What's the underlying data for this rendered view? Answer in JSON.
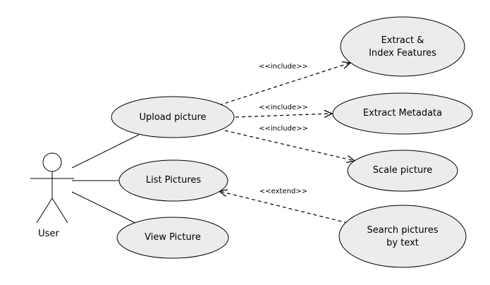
{
  "diagram": {
    "actor": {
      "label": "User"
    },
    "use_cases": {
      "upload": {
        "label": "Upload picture"
      },
      "list": {
        "label": "List Pictures"
      },
      "view": {
        "label": "View Picture"
      },
      "extract_index": {
        "line1": "Extract &",
        "line2": "Index Features"
      },
      "extract_metadata": {
        "label": "Extract Metadata"
      },
      "scale": {
        "label": "Scale picture"
      },
      "search": {
        "line1": "Search pictures",
        "line2": "by text"
      }
    },
    "relations": {
      "include_1": {
        "label": "<<include>>"
      },
      "include_2": {
        "label": "<<include>>"
      },
      "include_3": {
        "label": "<<include>>"
      },
      "extend_1": {
        "label": "<<extend>>"
      }
    }
  }
}
